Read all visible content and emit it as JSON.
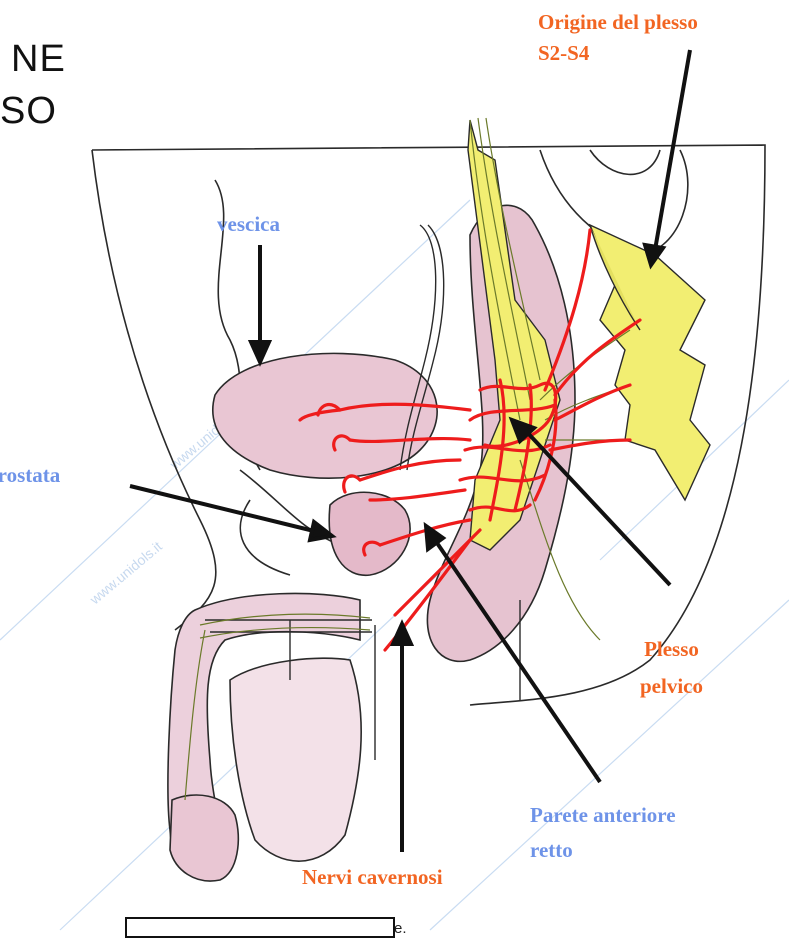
{
  "slide": {
    "title_line1": "NE",
    "title_line2": "SO",
    "footer_tail": "e."
  },
  "labels": {
    "origine_line1": "Origine del plesso",
    "origine_line2": "S2-S4",
    "vescica": "vescica",
    "prostata": "prostata",
    "plesso_line1": "Plesso",
    "plesso_line2": "pelvico",
    "parete_line1": "Parete anteriore",
    "parete_line2": "retto",
    "nervi": "Nervi cavernosi"
  },
  "watermark": "www.unidols.it",
  "colors": {
    "orange_label": "#f26522",
    "blue_label": "#6e93e8",
    "nerve_red": "#ee1c1c",
    "plexus_yellow": "#f2ee72",
    "organ_pink": "#e9c6d3"
  }
}
